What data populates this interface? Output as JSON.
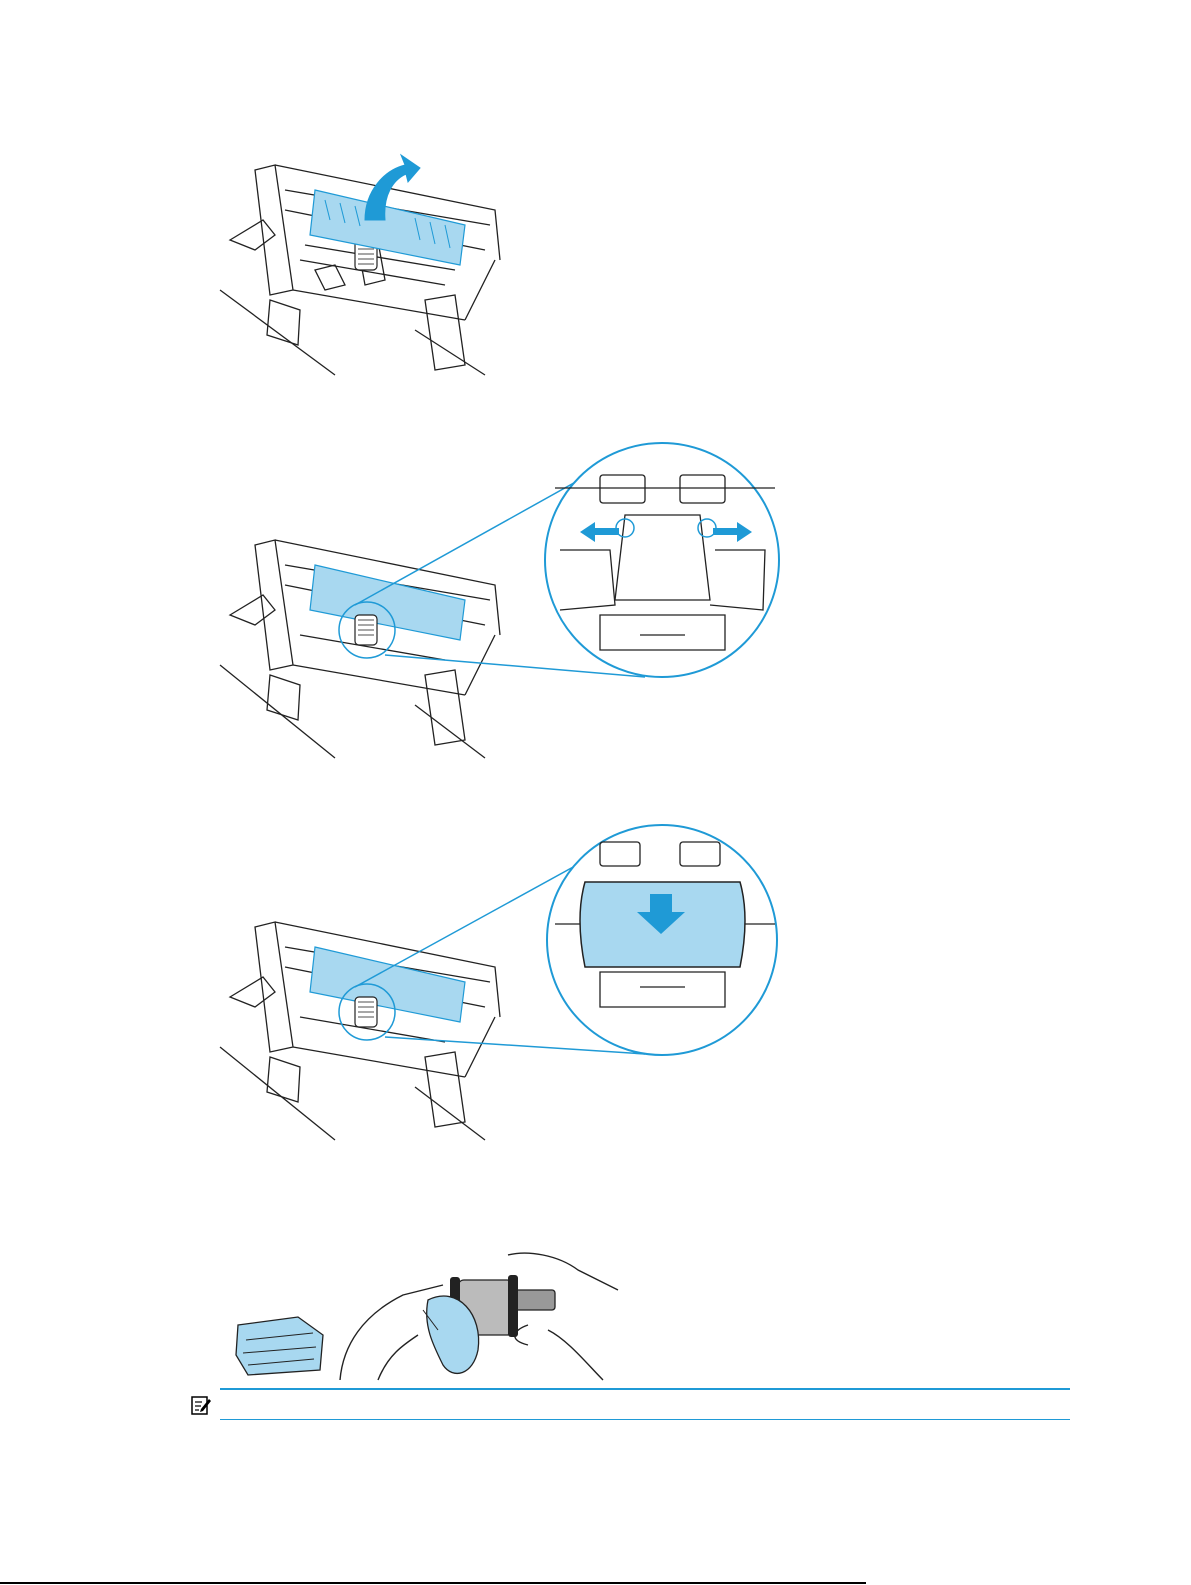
{
  "page": {
    "accent": "#1f9ad6",
    "fill_light": "#a8d8f0"
  },
  "figures": [
    {
      "name": "figure-open-roller-cover",
      "icon": "printer-interior-lift-cover"
    },
    {
      "name": "figure-release-roller-tabs",
      "icon": "printer-interior-zoom-roller-tabs"
    },
    {
      "name": "figure-remove-roller",
      "icon": "printer-interior-zoom-pull-roller"
    },
    {
      "name": "figure-clean-roller",
      "icon": "cloth-wipe-roller"
    }
  ],
  "note": {
    "icon": "note-pencil-icon",
    "text": ""
  }
}
